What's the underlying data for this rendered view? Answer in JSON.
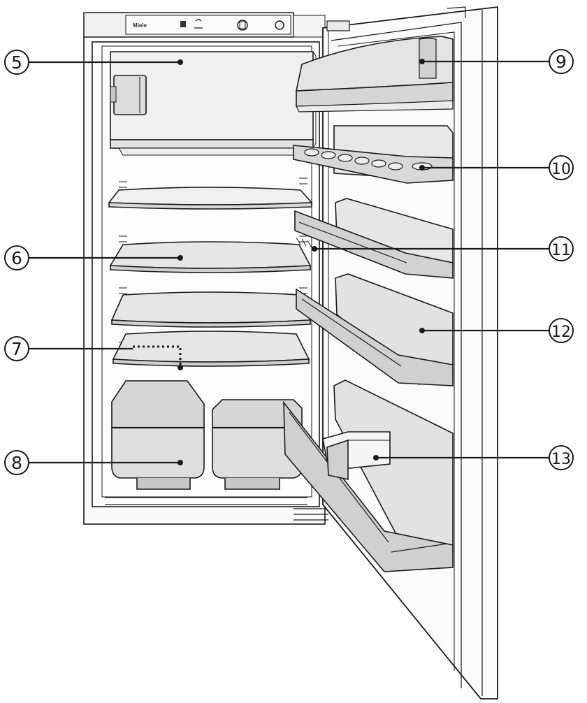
{
  "brand": "Miele",
  "callouts": [
    {
      "id": "5",
      "label": "5"
    },
    {
      "id": "6",
      "label": "6"
    },
    {
      "id": "7",
      "label": "7"
    },
    {
      "id": "8",
      "label": "8"
    },
    {
      "id": "9",
      "label": "9"
    },
    {
      "id": "10",
      "label": "10"
    },
    {
      "id": "11",
      "label": "11"
    },
    {
      "id": "12",
      "label": "12"
    },
    {
      "id": "13",
      "label": "13"
    }
  ],
  "colors": {
    "line": "#1a1a1a",
    "fill_light": "#f2f2f2",
    "fill_mid": "#dcdcdc",
    "fill_dark": "#c6c6c6"
  }
}
